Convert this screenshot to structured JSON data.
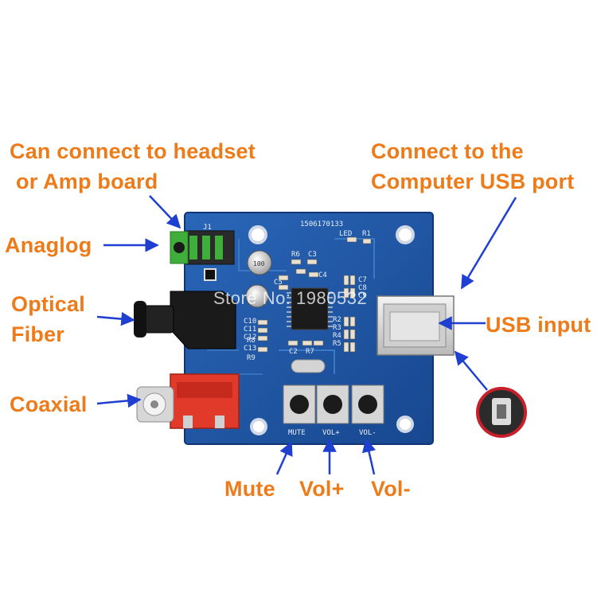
{
  "labels": {
    "headset": "Can connect to headset",
    "amp": "or Amp board",
    "usb_port_line1": "Connect to the",
    "usb_port_line2": "Computer USB port",
    "analog": "Anaglog",
    "optical_line1": "Optical",
    "optical_line2": "Fiber",
    "usb_input": "USB input",
    "coaxial": "Coaxial",
    "mute": "Mute",
    "vol_plus": "Vol+",
    "vol_minus": "Vol-"
  },
  "board": {
    "serial": "1506170133",
    "j1": "J1",
    "led": "LED",
    "r1": "R1",
    "r6": "R6",
    "c3": "C3",
    "c4": "C4",
    "c5": "C5",
    "c7": "C7",
    "c8": "C8",
    "c9": "C9",
    "c10": "C10",
    "c11": "C11",
    "c12": "C12",
    "c13": "C13",
    "c2": "C2",
    "r2": "R2",
    "r3": "R3",
    "r4": "R4",
    "r5": "R5",
    "r7": "R7",
    "r8": "R8",
    "r9": "R9",
    "cap_marking": "100",
    "button_mute": "MUTE",
    "button_vol_plus": "VOL+",
    "button_vol_minus": "VOL-"
  },
  "watermark": "Store No: 1980532",
  "colors": {
    "label_orange": "#ee7b1a",
    "arrow_blue": "#1f3fd1",
    "pcb_blue": "#1e56a6",
    "jack_green": "#3fae3a",
    "rca_red": "#e23a2a"
  }
}
